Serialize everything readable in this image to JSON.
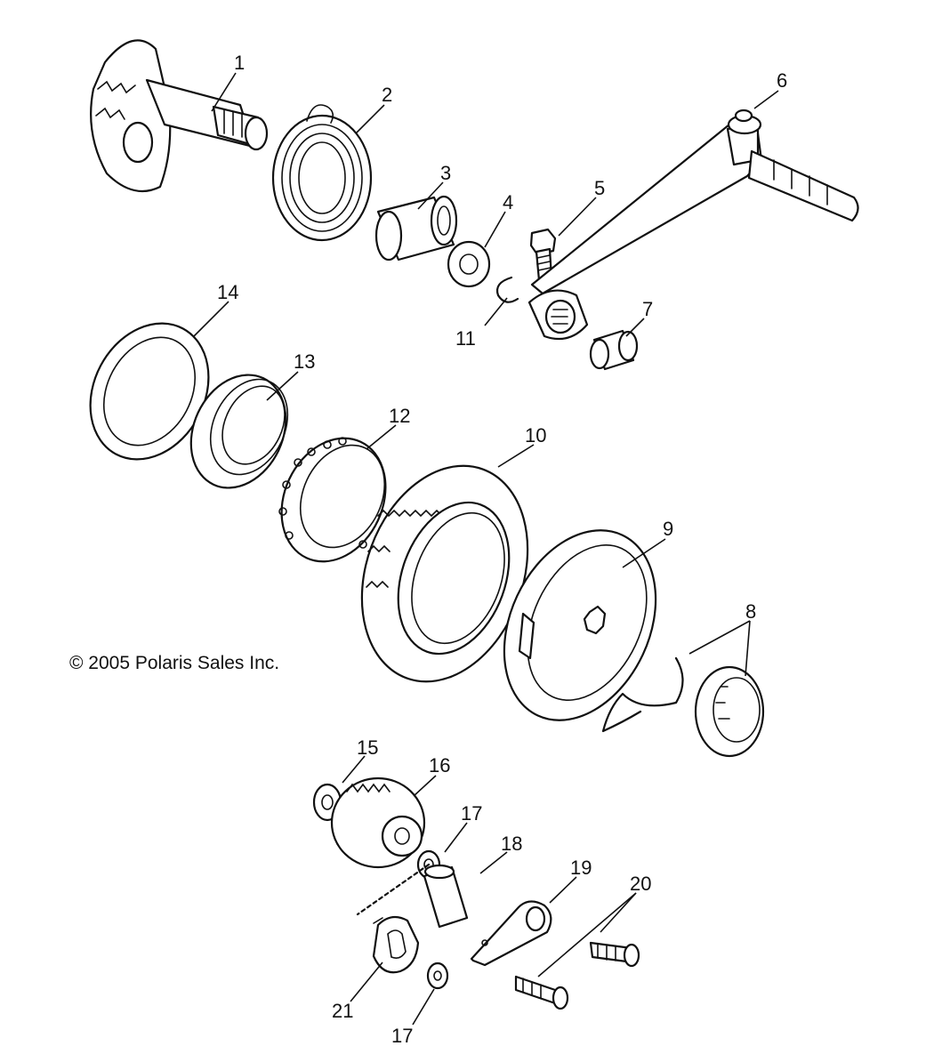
{
  "copyright": "© 2005 Polaris Sales Inc.",
  "callouts": [
    {
      "id": "c1",
      "text": "1"
    },
    {
      "id": "c2",
      "text": "2"
    },
    {
      "id": "c3",
      "text": "3"
    },
    {
      "id": "c4",
      "text": "4"
    },
    {
      "id": "c5",
      "text": "5"
    },
    {
      "id": "c6",
      "text": "6"
    },
    {
      "id": "c7",
      "text": "7"
    },
    {
      "id": "c8",
      "text": "8"
    },
    {
      "id": "c9",
      "text": "9"
    },
    {
      "id": "c10",
      "text": "10"
    },
    {
      "id": "c11",
      "text": "11"
    },
    {
      "id": "c12",
      "text": "12"
    },
    {
      "id": "c13",
      "text": "13"
    },
    {
      "id": "c14",
      "text": "14"
    },
    {
      "id": "c15",
      "text": "15"
    },
    {
      "id": "c16",
      "text": "16"
    },
    {
      "id": "c17a",
      "text": "17"
    },
    {
      "id": "c18",
      "text": "18"
    },
    {
      "id": "c19",
      "text": "19"
    },
    {
      "id": "c20",
      "text": "20"
    },
    {
      "id": "c21",
      "text": "21"
    },
    {
      "id": "c17b",
      "text": "17"
    }
  ]
}
